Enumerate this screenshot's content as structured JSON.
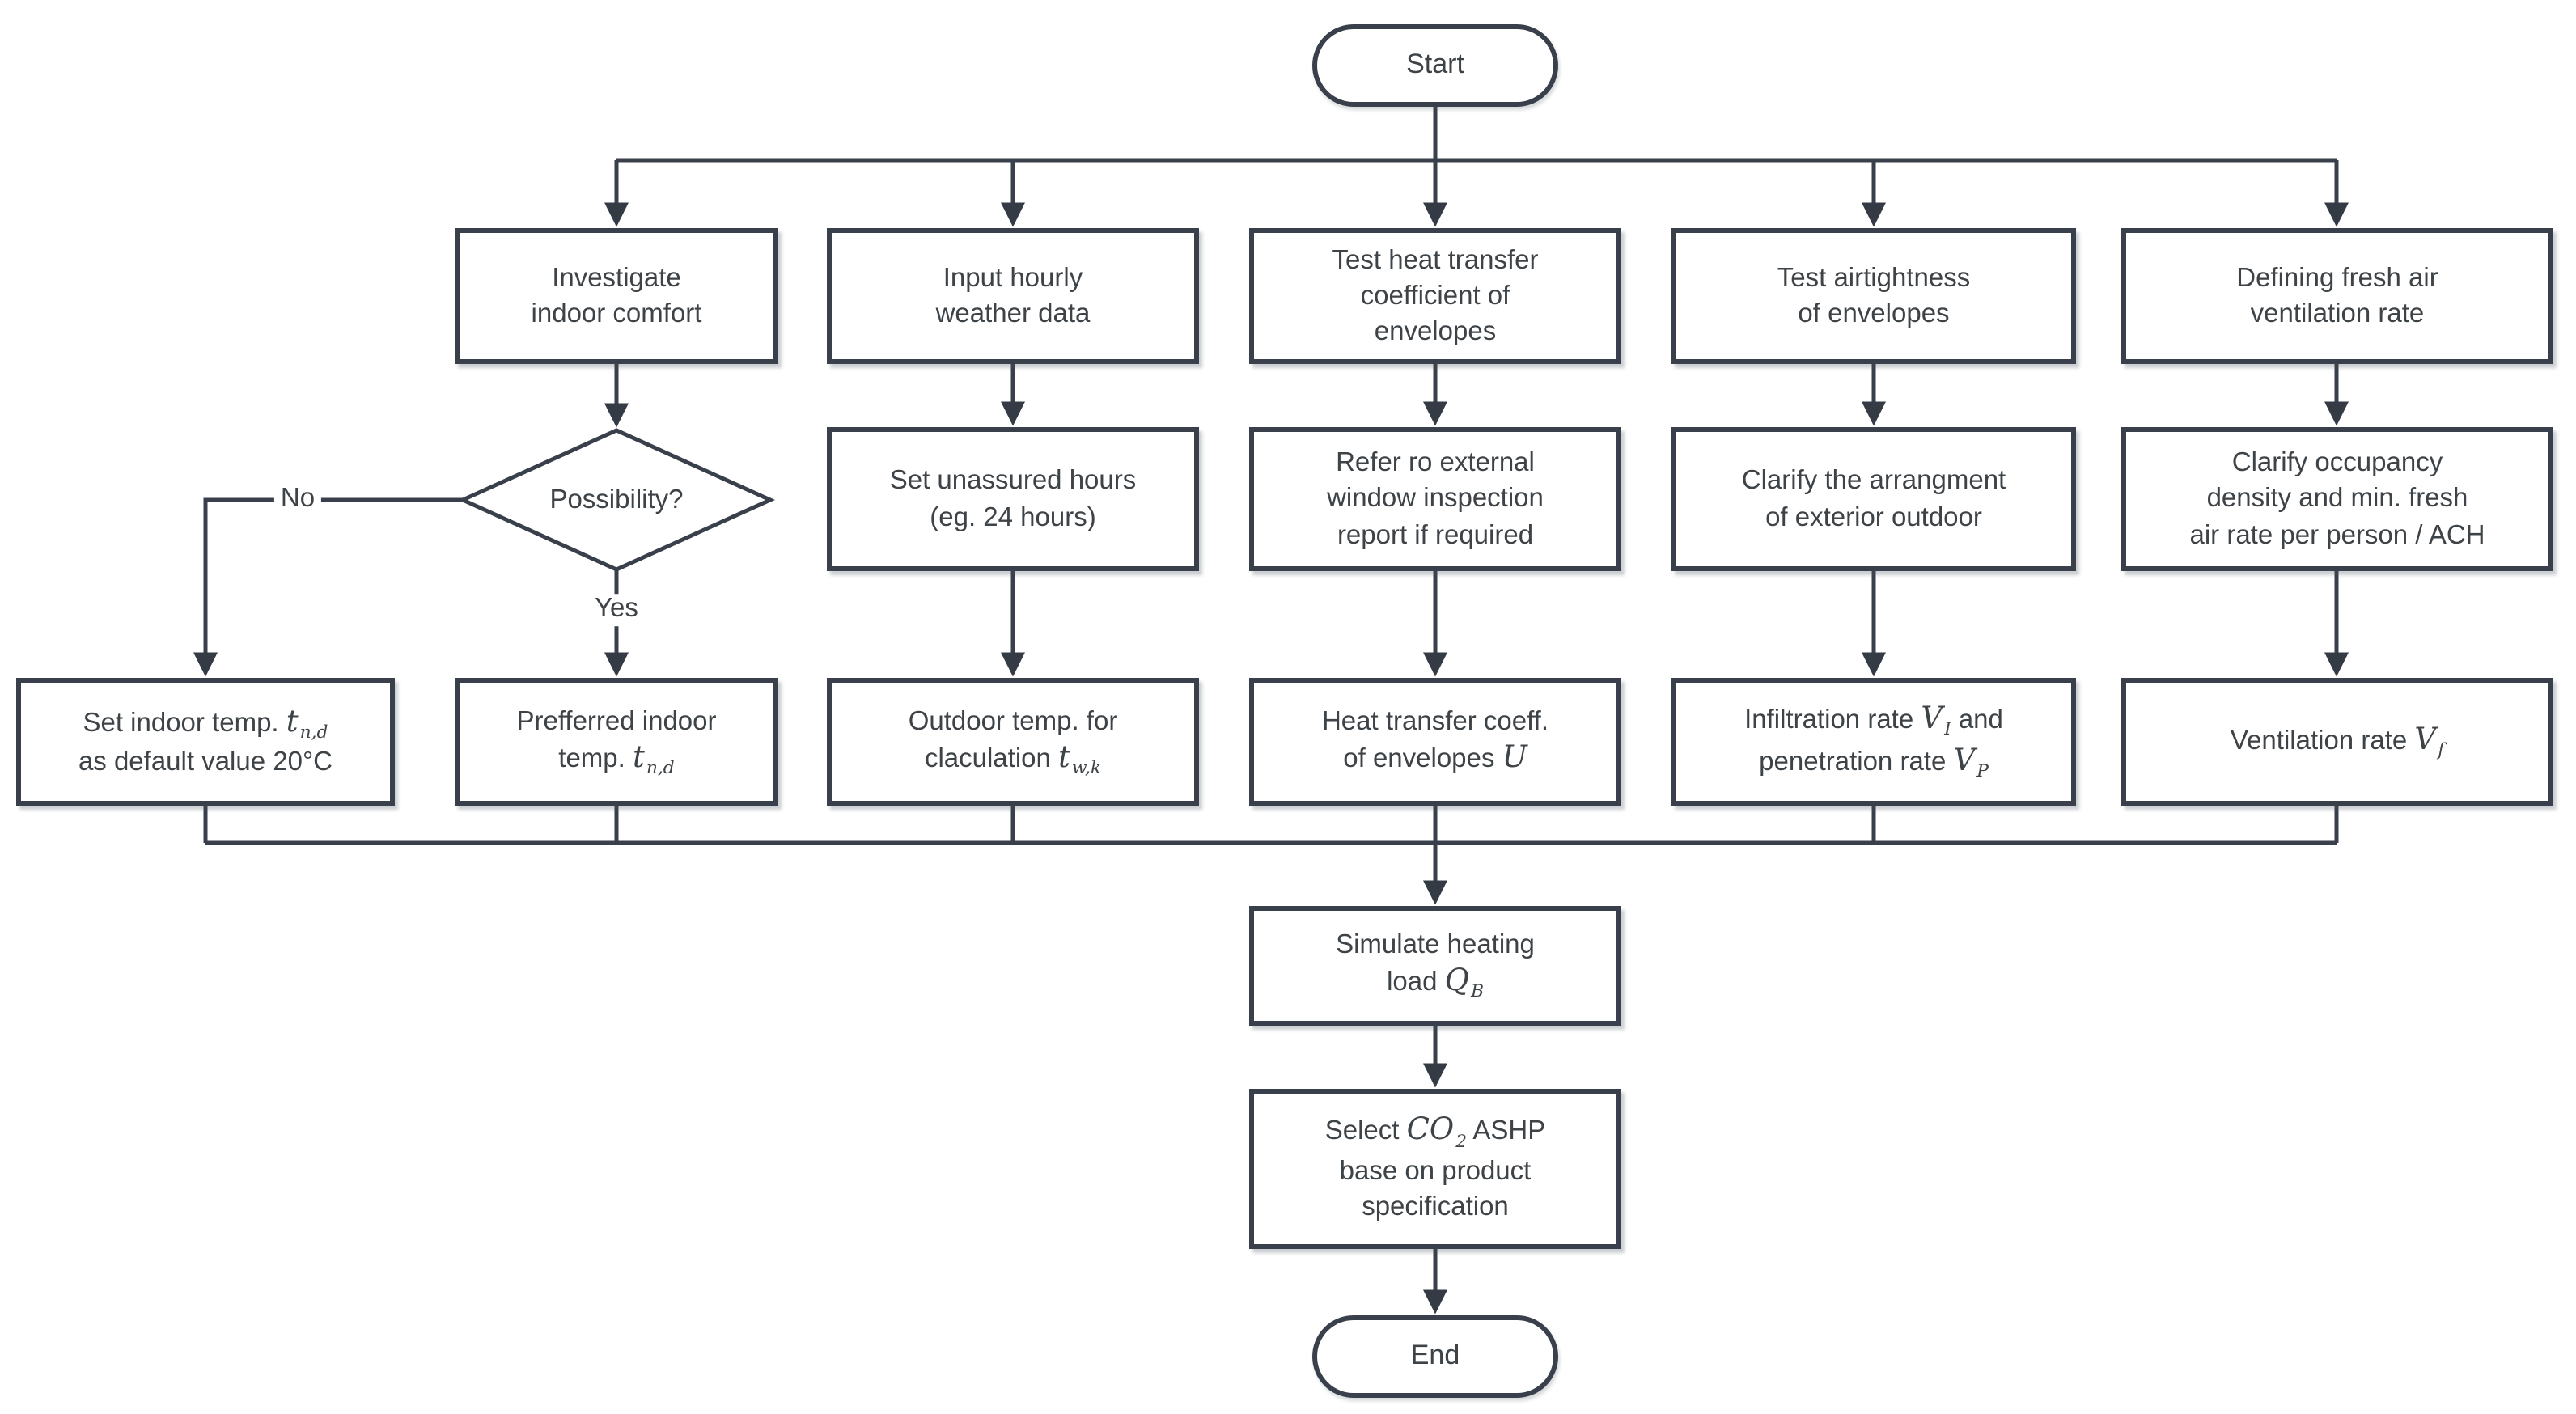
{
  "colors": {
    "line": "#39404B",
    "box_border": "#39404B",
    "box_fill": "#FFFFFF",
    "text": "#3E4347",
    "background": "#FFFFFF"
  },
  "edges": {
    "no_label": "No",
    "yes_label": "Yes"
  },
  "nodes": {
    "start": {
      "label": "Start"
    },
    "investigate": {
      "line1": "Investigate",
      "line2": "indoor comfort"
    },
    "input_weather": {
      "line1": "Input hourly",
      "line2": "weather data"
    },
    "test_heat": {
      "line1": "Test heat transfer",
      "line2": "coefficient of",
      "line3": "envelopes"
    },
    "test_airtightness": {
      "line1": "Test airtightness",
      "line2": "of envelopes"
    },
    "defining_fresh_air": {
      "line1": "Defining fresh air",
      "line2": "ventilation rate"
    },
    "possibility": {
      "label": "Possibility?"
    },
    "set_unassured": {
      "line1": "Set unassured hours",
      "line2": "(eg. 24 hours)"
    },
    "refer_window": {
      "line1": "Refer ro external",
      "line2": "window inspection",
      "line3": "report if required"
    },
    "clarify_arrangement": {
      "line1": "Clarify the arrangment",
      "line2": "of exterior outdoor"
    },
    "clarify_occupancy": {
      "line1": "Clarify occupancy",
      "line2": "density and min. fresh",
      "line3": "air rate per person / ACH"
    },
    "set_indoor_temp": {
      "t1": "Set indoor temp. ",
      "m1": "t",
      "s1": "n,d",
      "line2": "as default value 20°C"
    },
    "preferred_temp": {
      "line1": "Prefferred indoor",
      "t2": "temp. ",
      "m2": "t",
      "s2": "n,d"
    },
    "outdoor_temp": {
      "line1": "Outdoor temp. for",
      "t2": "claculation ",
      "m2": "t",
      "s2": "w,k"
    },
    "heat_coeff": {
      "line1": "Heat transfer coeff.",
      "t2": "of envelopes ",
      "m2": "U"
    },
    "infiltration": {
      "t1": "Infiltration rate ",
      "m1": "V",
      "s1": "I",
      "t1b": " and",
      "t2": "penetration rate ",
      "m2": "V",
      "s2": "P"
    },
    "ventilation": {
      "t1": "Ventilation rate ",
      "m1": "V",
      "s1": "f"
    },
    "simulate": {
      "line1": "Simulate heating",
      "t2": "load ",
      "m2": "Q",
      "s2": "B"
    },
    "select_ashp": {
      "t1": "Select ",
      "m1": "CO",
      "s1": "2",
      "t1b": " ASHP",
      "line2": "base on product",
      "line3": "specification"
    },
    "end": {
      "label": "End"
    }
  }
}
